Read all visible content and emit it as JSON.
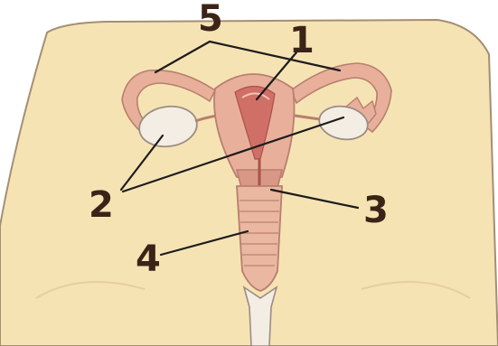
{
  "labels": {
    "label_1": "1",
    "label_2": "2",
    "label_3": "3",
    "label_4": "4",
    "label_5": "5"
  },
  "colors": {
    "background": "#ffffff",
    "body": "#f6e3b4",
    "body_outline": "#a38f72",
    "tissue": "#e8b09a",
    "tissue_outline": "#b77f6f",
    "cavity": "#cf6f66",
    "ovary": "#f4ede4",
    "label_text": "#3a2418",
    "leader_line": "#1c1c1c"
  }
}
